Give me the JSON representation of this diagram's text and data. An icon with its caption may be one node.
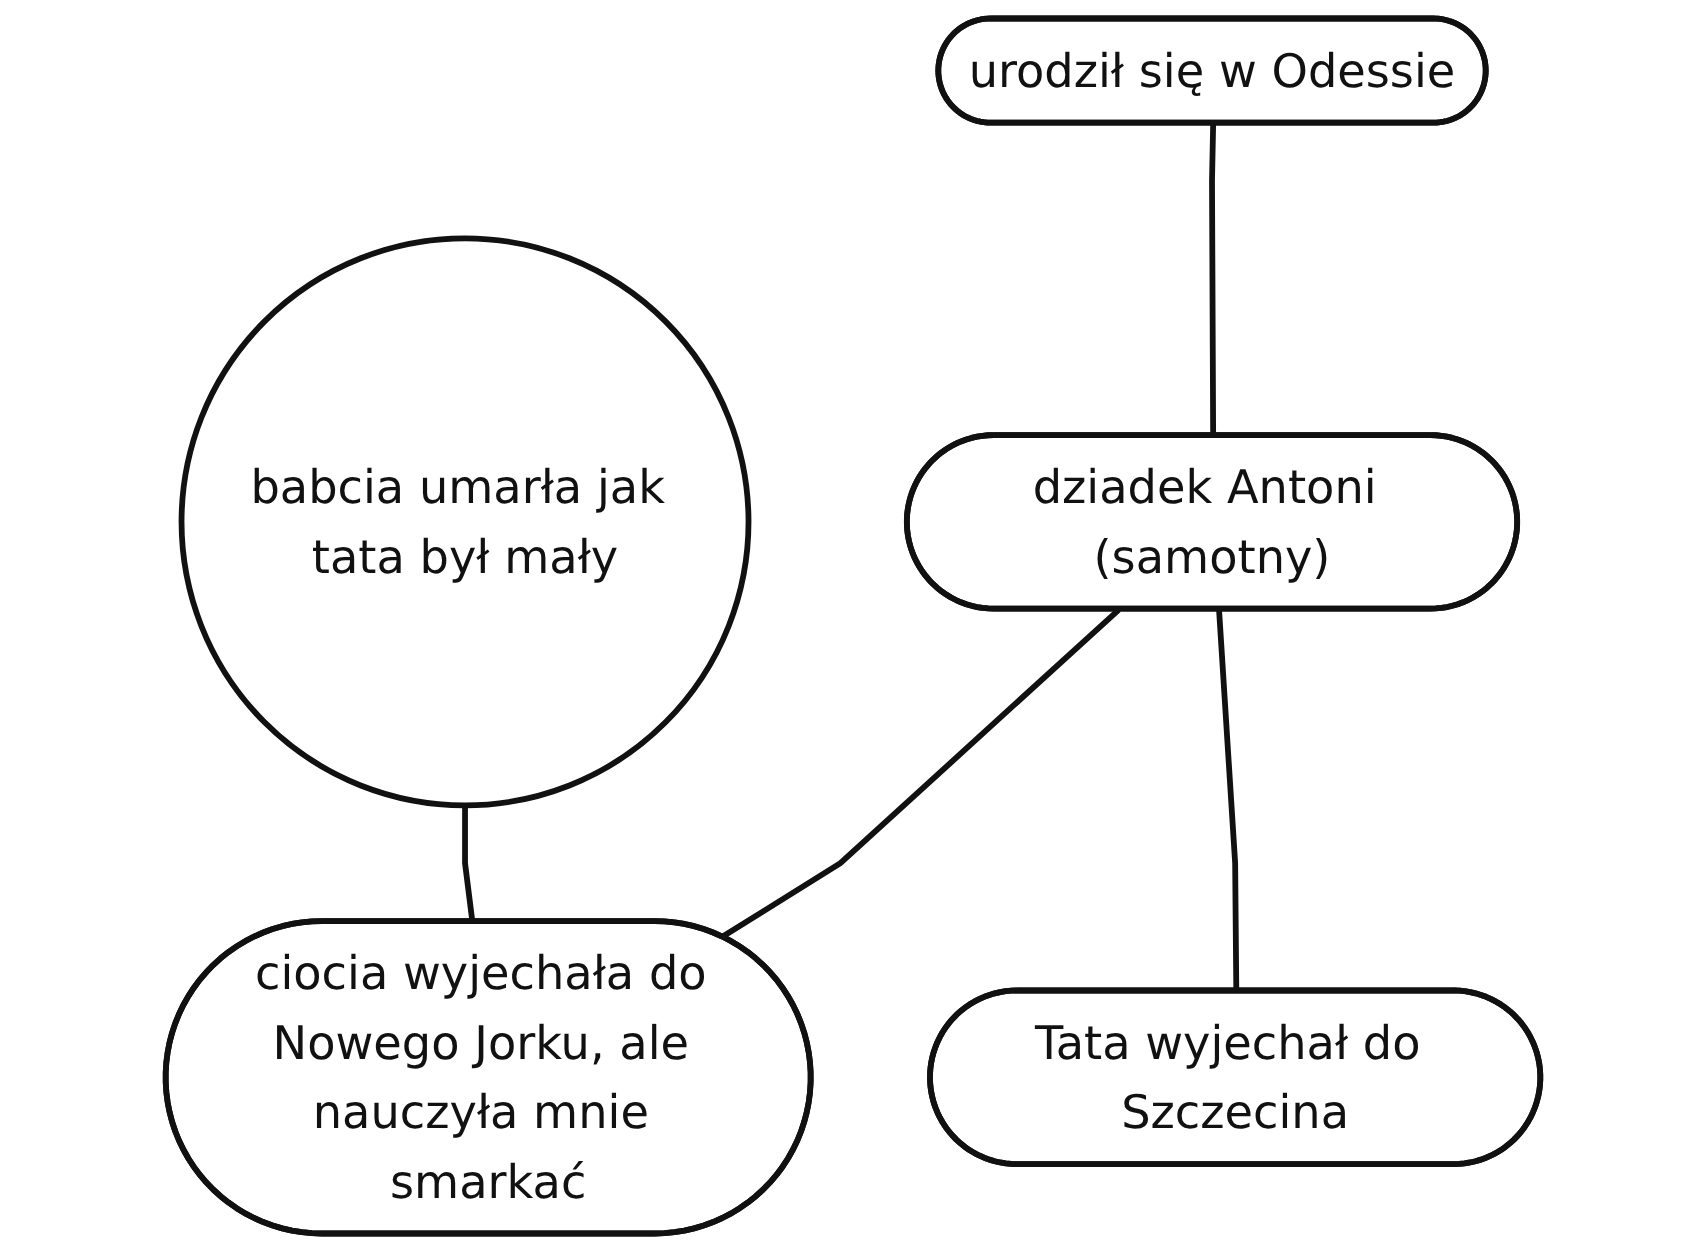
{
  "diagram": {
    "nodes": [
      {
        "text": [
          "urodził się w Odessie"
        ]
      },
      {
        "text": [
          "babcia umarła jak tata był mały"
        ]
      },
      {
        "text": [
          "dziadek Antoni (samotny)"
        ]
      },
      {
        "text": [
          "ciocia wyjechała do Nowego Jorku, ale nauczyła mnie smarkać"
        ]
      },
      {
        "text": [
          "Tata wyjechał do Szczecina"
        ]
      }
    ],
    "edges": [
      {
        "from": 0,
        "to": 2,
        "arrow": "none"
      },
      {
        "from": 1,
        "to": 3,
        "arrow": "none"
      },
      {
        "from": 2,
        "to": 3,
        "arrow": "none"
      },
      {
        "from": 2,
        "to": 4,
        "arrow": "none"
      }
    ]
  }
}
